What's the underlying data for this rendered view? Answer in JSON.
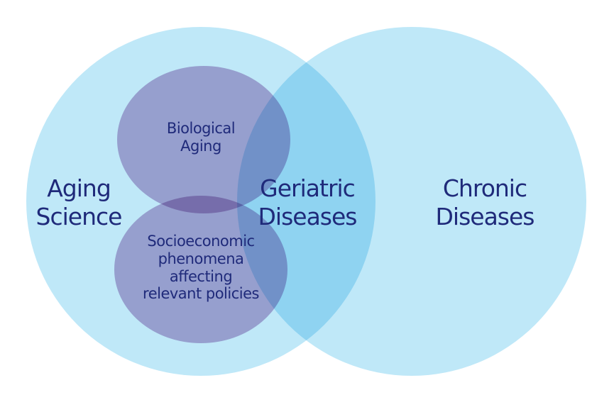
{
  "diagram": {
    "colors": {
      "background": "#ffffff",
      "big_circle_fill": "#bfe8f8",
      "big_circle_overlap": "#8fd6f2",
      "small_circle_fill": "#c3a6cf",
      "small_circle_overlap": "#c77fb6",
      "text": "#1f2a7a"
    },
    "labels": {
      "aging_science": [
        "Aging",
        "Science"
      ],
      "geriatric_diseases": [
        "Geriatric",
        "Diseases"
      ],
      "chronic_diseases": [
        "Chronic",
        "Diseases"
      ],
      "biological_aging": [
        "Biological",
        "Aging"
      ],
      "socioeconomic": [
        "Socioeconomic",
        "phenomena",
        "affecting",
        "relevant policies"
      ]
    }
  }
}
